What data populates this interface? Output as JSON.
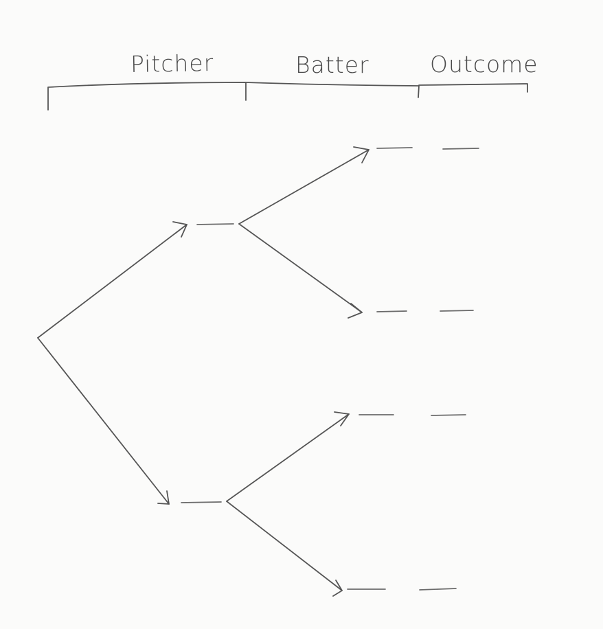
{
  "diagram": {
    "headers": [
      {
        "key": "pitcher",
        "label": "Pitcher"
      },
      {
        "key": "batter",
        "label": "Batter"
      },
      {
        "key": "outcome",
        "label": "Outcome"
      }
    ],
    "structure": "tree diagram with two first-level branches, each splitting into two second-level branches, each ending in two blanks",
    "ink_color": "#555555",
    "paper_color": "#fbfbfa"
  }
}
